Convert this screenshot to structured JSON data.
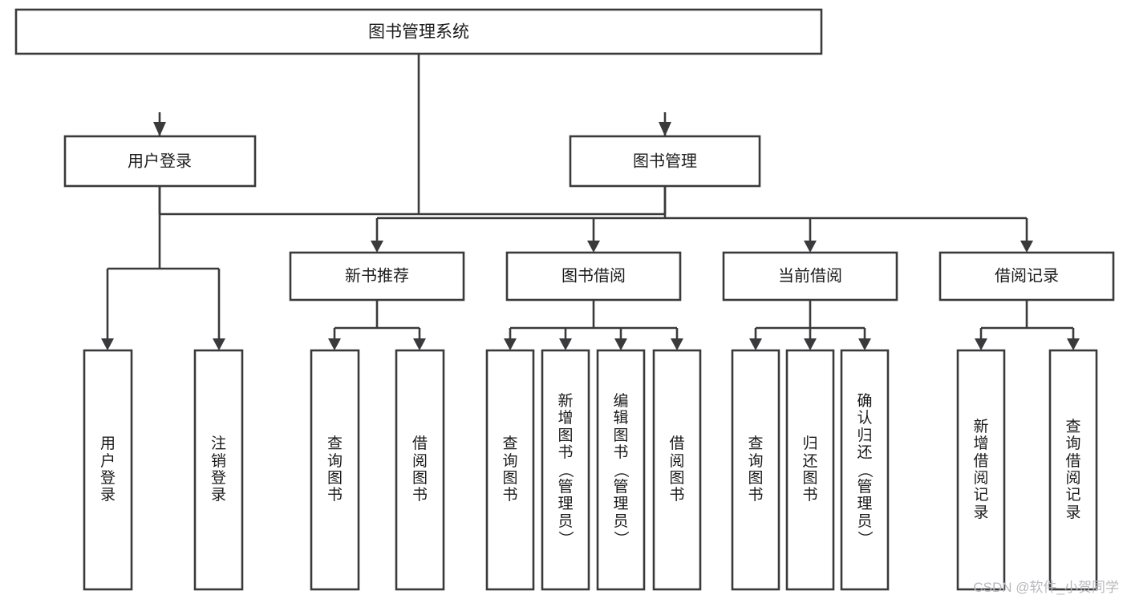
{
  "diagram": {
    "title": "图书管理系统",
    "watermark": "CSDN @软件_小贺同学",
    "type": "tree-hierarchy-diagram",
    "colors": {
      "box_stroke": "#3a3a3c",
      "box_fill": "#ffffff",
      "text": "#1b1b1b",
      "background": "#ffffff",
      "watermark": "#b9b9bd"
    },
    "root": {
      "label": "图书管理系统"
    },
    "level2": [
      {
        "label": "用户登录"
      },
      {
        "label": "图书管理"
      }
    ],
    "level3": [
      {
        "label": "新书推荐"
      },
      {
        "label": "图书借阅"
      },
      {
        "label": "当前借阅"
      },
      {
        "label": "借阅记录"
      }
    ],
    "leaves": {
      "user_login": [
        {
          "label": "用户登录"
        },
        {
          "label": "注销登录"
        }
      ],
      "new_book_recommend": [
        {
          "label": "查询图书"
        },
        {
          "label": "借阅图书"
        }
      ],
      "book_borrow": [
        {
          "label": "查询图书"
        },
        {
          "label": "新增图书（管理员）"
        },
        {
          "label": "编辑图书（管理员）"
        },
        {
          "label": "借阅图书"
        }
      ],
      "current_borrow": [
        {
          "label": "查询图书"
        },
        {
          "label": "归还图书"
        },
        {
          "label": "确认归还（管理员）"
        }
      ],
      "borrow_record": [
        {
          "label": "新增借阅记录"
        },
        {
          "label": "查询借阅记录"
        }
      ]
    }
  }
}
